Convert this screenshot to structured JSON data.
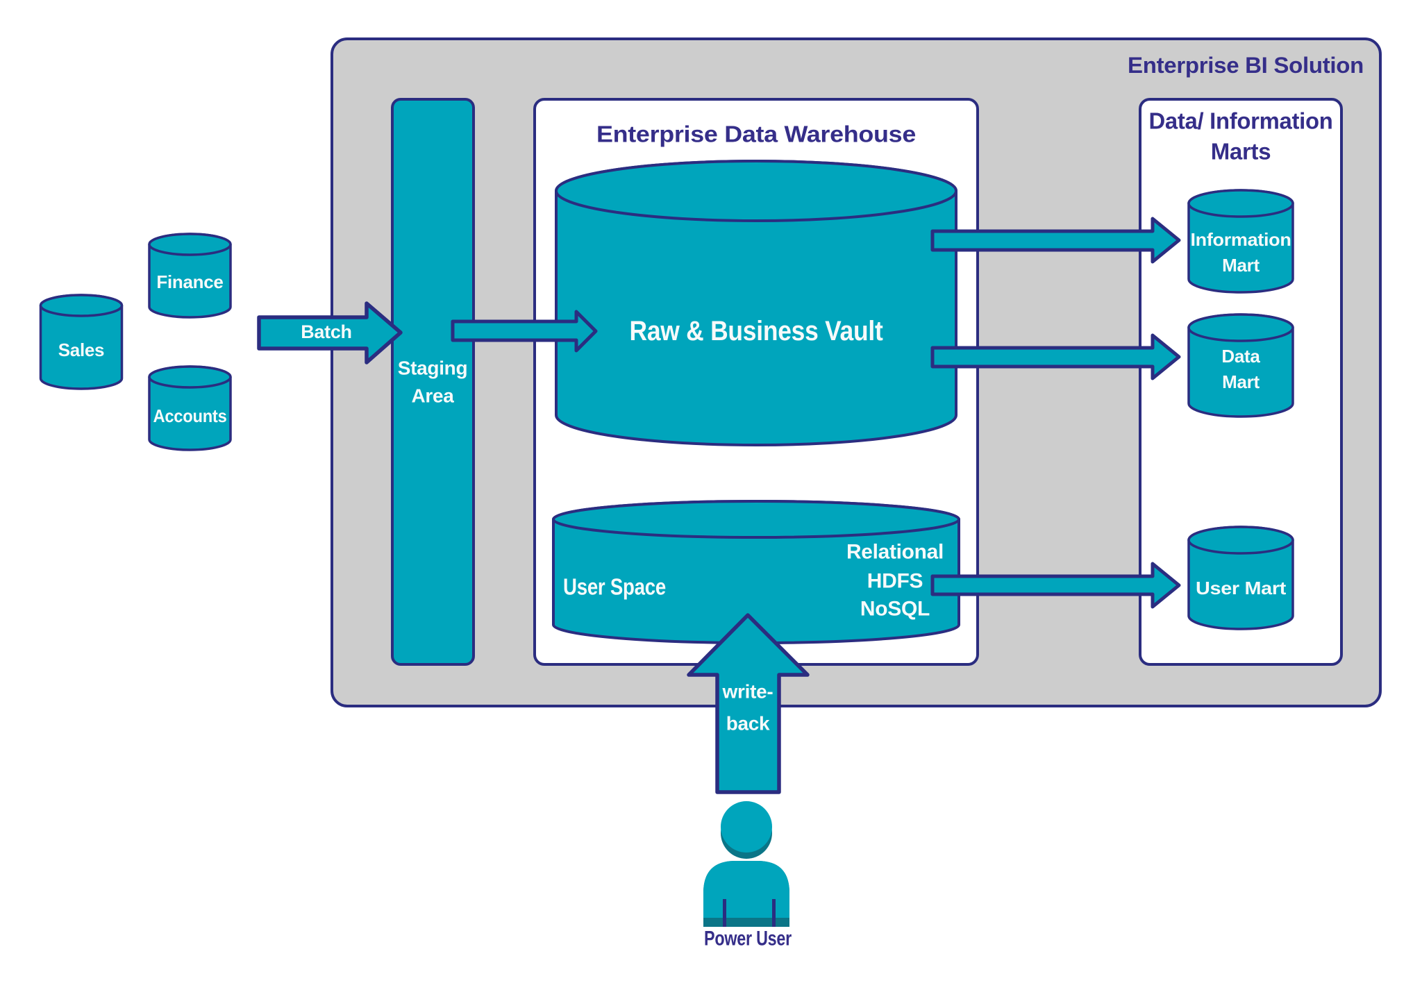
{
  "diagram": {
    "title": "Enterprise BI Solution",
    "colors": {
      "teal": "#00a5bc",
      "teal_dark": "#0b7587",
      "navy_border": "#2b2d80",
      "navy_text": "#352e89",
      "gray_panel": "#cdcdcd",
      "white_panel": "#ffffff",
      "label_white": "#f7fafa"
    },
    "sources": {
      "sales": "Sales",
      "finance": "Finance",
      "accounts": "Accounts"
    },
    "batch_arrow_label": "Batch",
    "staging": {
      "label_line1": "Staging",
      "label_line2": "Area"
    },
    "warehouse": {
      "title": "Enterprise Data Warehouse",
      "vault_label": "Raw & Business Vault",
      "user_space_label": "User Space",
      "tech_lines": [
        "Relational",
        "HDFS",
        "NoSQL"
      ]
    },
    "marts": {
      "title_line1": "Data/ Information",
      "title_line2": "Marts",
      "information_mart_line1": "Information",
      "information_mart_line2": "Mart",
      "data_mart_line1": "Data",
      "data_mart_line2": "Mart",
      "user_mart": "User Mart"
    },
    "writeback": {
      "line1": "write-",
      "line2": "back"
    },
    "power_user_label": "Power User"
  }
}
